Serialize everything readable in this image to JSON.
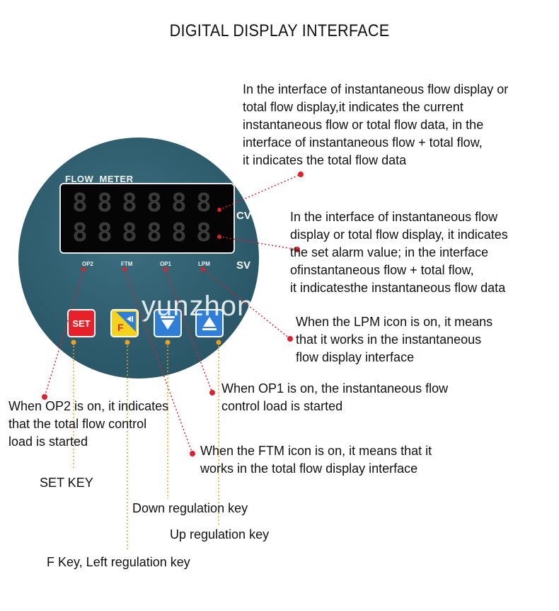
{
  "title": "DIGITAL DISPLAY INTERFACE",
  "meter": {
    "brand": "FLOW  METER",
    "cv_label": "CV",
    "sv_label": "SV",
    "indicators": [
      "OP2",
      "FTM",
      "OP1",
      "LPM"
    ],
    "digits_top": [
      "8",
      "8",
      "8",
      "8",
      "8",
      "8"
    ],
    "digits_bottom": [
      "8",
      "8",
      "8",
      "8",
      "8",
      "8"
    ],
    "set_key_label": "SET",
    "f_key_label": "F"
  },
  "annotations": {
    "cv": [
      "In the interface of instantaneous flow display or",
      "total flow display,it indicates the current",
      "instantaneous flow or total flow data, in the",
      "interface of instantaneous flow + total flow,",
      "it indicates the total flow data"
    ],
    "sv": [
      "In the interface of instantaneous flow",
      "display or total flow display, it indicates",
      "the set alarm value; in the interface",
      "ofinstantaneous flow + total flow,",
      "it indicatesthe instantaneous flow data"
    ],
    "lpm": [
      "When the LPM icon is on, it means",
      "that it works in the instantaneous",
      "flow display interface"
    ],
    "op1": [
      "When OP1 is on, the instantaneous flow",
      "control load is started"
    ],
    "op2": [
      "When OP2 is on, it indicates",
      "that the total flow control",
      "load is started"
    ],
    "ftm": [
      "When the FTM icon is on, it means that it",
      "works in the total flow display interface"
    ],
    "set_key": "SET KEY",
    "down_key": "Down regulation key",
    "up_key": "Up regulation key",
    "f_key": "F Key, Left regulation key"
  },
  "watermark": "yunzhongfu",
  "colors": {
    "dial": "#2d5b6b",
    "leader": "#e0202a",
    "key_leader": "#f0a020",
    "set_key": "#e8202a",
    "f_key": "#f5d21c",
    "arrow_key": "#2f7fd8"
  }
}
